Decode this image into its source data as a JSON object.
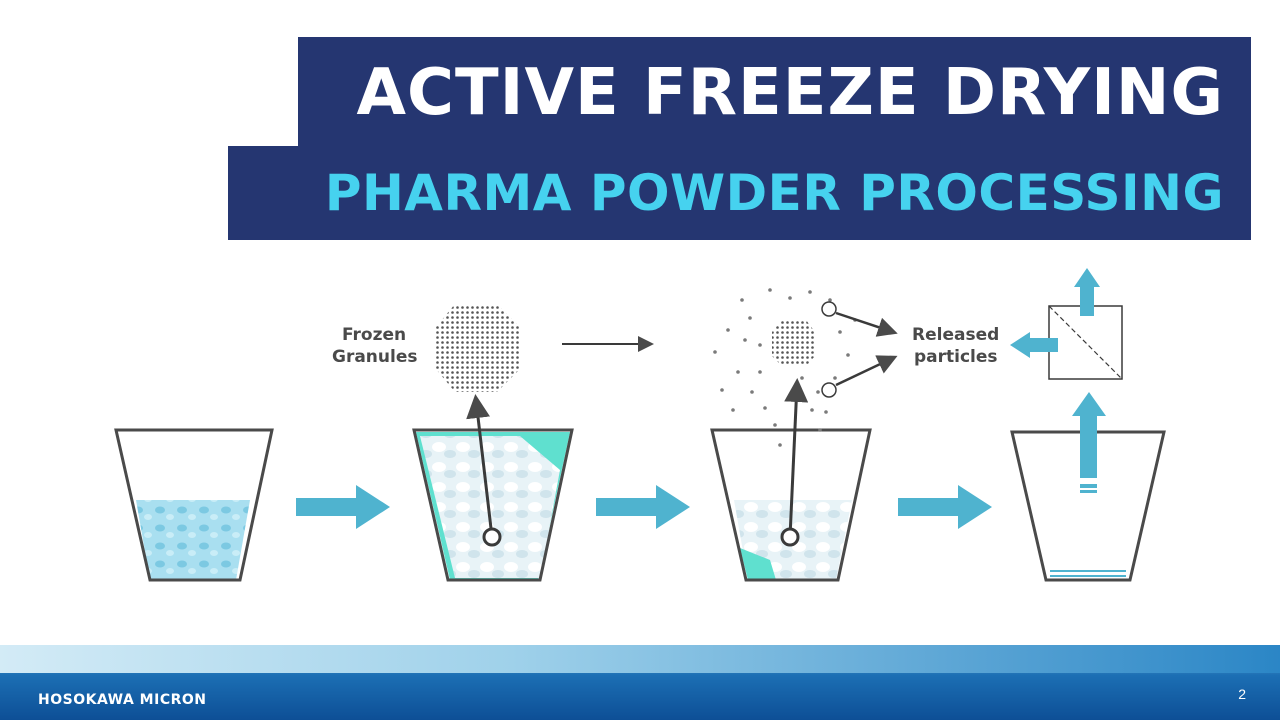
{
  "header": {
    "title": "ACTIVE FREEZE DRYING",
    "subtitle": "PHARMA POWDER PROCESSING"
  },
  "diagram": {
    "labels": {
      "frozen_granules_line1": "Frozen",
      "frozen_granules_line2": "Granules",
      "released_particles_line1": "Released",
      "released_particles_line2": "particles"
    },
    "stages": [
      "liquid-in-container",
      "frozen-granules-in-container",
      "drying-partially-filled",
      "empty-dried-container"
    ],
    "colors": {
      "container_stroke": "#4a4a4a",
      "process_arrow": "#4fb3cf",
      "liquid": "#a9dff0",
      "frozen": "#5fe0cf"
    }
  },
  "footer": {
    "brand": "HOSOKAWA MICRON",
    "page_number": "2"
  }
}
